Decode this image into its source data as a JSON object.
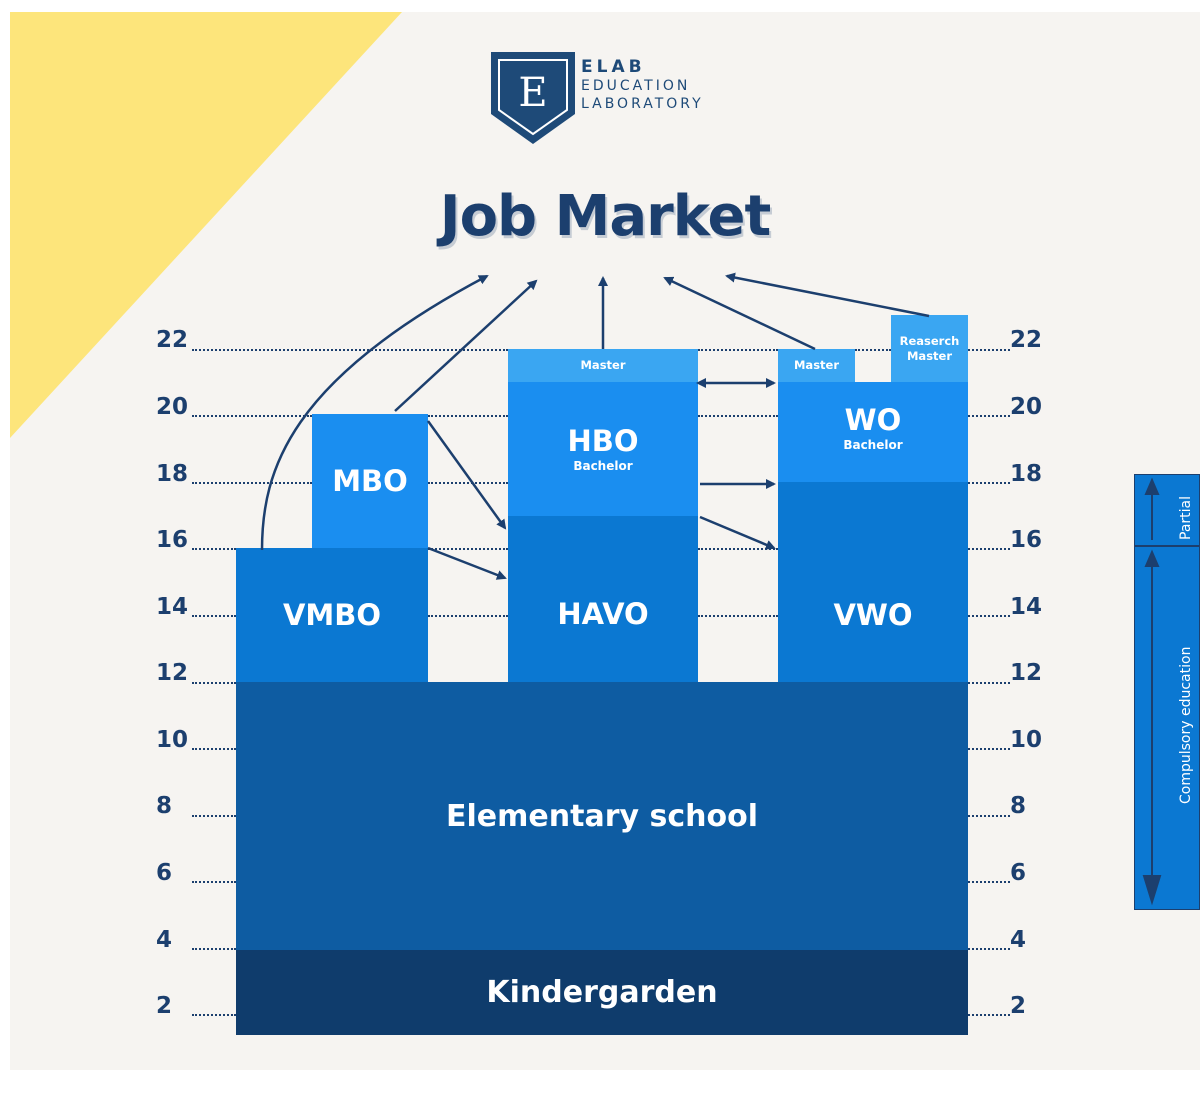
{
  "logo": {
    "brand": "ELAB",
    "line1": "EDUCATION",
    "line2": "LABORATORY",
    "emblem_letter": "E"
  },
  "title": "Job Market",
  "ages": {
    "left": [
      "22",
      "20",
      "18",
      "16",
      "14",
      "12",
      "10",
      "8",
      "6",
      "4",
      "2"
    ],
    "right": [
      "22",
      "20",
      "18",
      "16",
      "14",
      "12",
      "10",
      "8",
      "6",
      "4",
      "2"
    ]
  },
  "blocks": {
    "kindergarden": "Kindergarden",
    "elementary": "Elementary school",
    "vmbo": "VMBO",
    "mbo": "MBO",
    "havo": "HAVO",
    "hbo": "HBO",
    "hbo_sub": "Bachelor",
    "hbo_master": "Master",
    "vwo": "VWO",
    "wo": "WO",
    "wo_sub": "Bachelor",
    "wo_master": "Master",
    "research_master_1": "Reaserch",
    "research_master_2": "Master"
  },
  "sidebar": {
    "partial": "Partial",
    "compulsory": "Compulsory education"
  },
  "colors": {
    "background": "#f6f4f1",
    "yellow": "#fde57b",
    "navy_text": "#1c3f6e",
    "kindergarden": "#0f3c6c",
    "elementary": "#0e5ca2",
    "secondary": "#0b78d2",
    "bachelor": "#1a8ef0",
    "master": "#3aa6f2",
    "arrow": "#1c3f6e"
  }
}
